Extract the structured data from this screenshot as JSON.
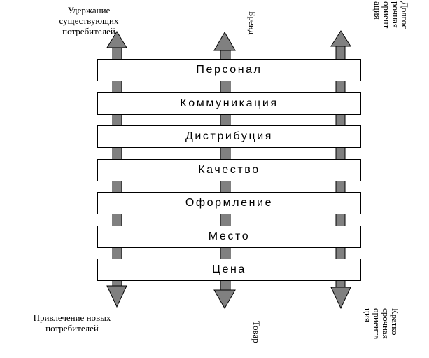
{
  "diagram": {
    "bars": [
      "Персонал",
      "Коммуникация",
      "Дистрибуция",
      "Качество",
      "Оформление",
      "Место",
      "Цена"
    ],
    "left_top": "Удержание существующих потребителей",
    "left_bottom": "Привлечение новых потребителей",
    "mid_top": "Бренд",
    "mid_bottom": "Товар",
    "right_top": "Долгос\nрочная\nориент\nация",
    "right_bottom": "Кратко\nсрочная\nориента\nция",
    "colors": {
      "arrow": "#808080",
      "bar_fill": "#ffffff",
      "outline": "#000000"
    }
  }
}
